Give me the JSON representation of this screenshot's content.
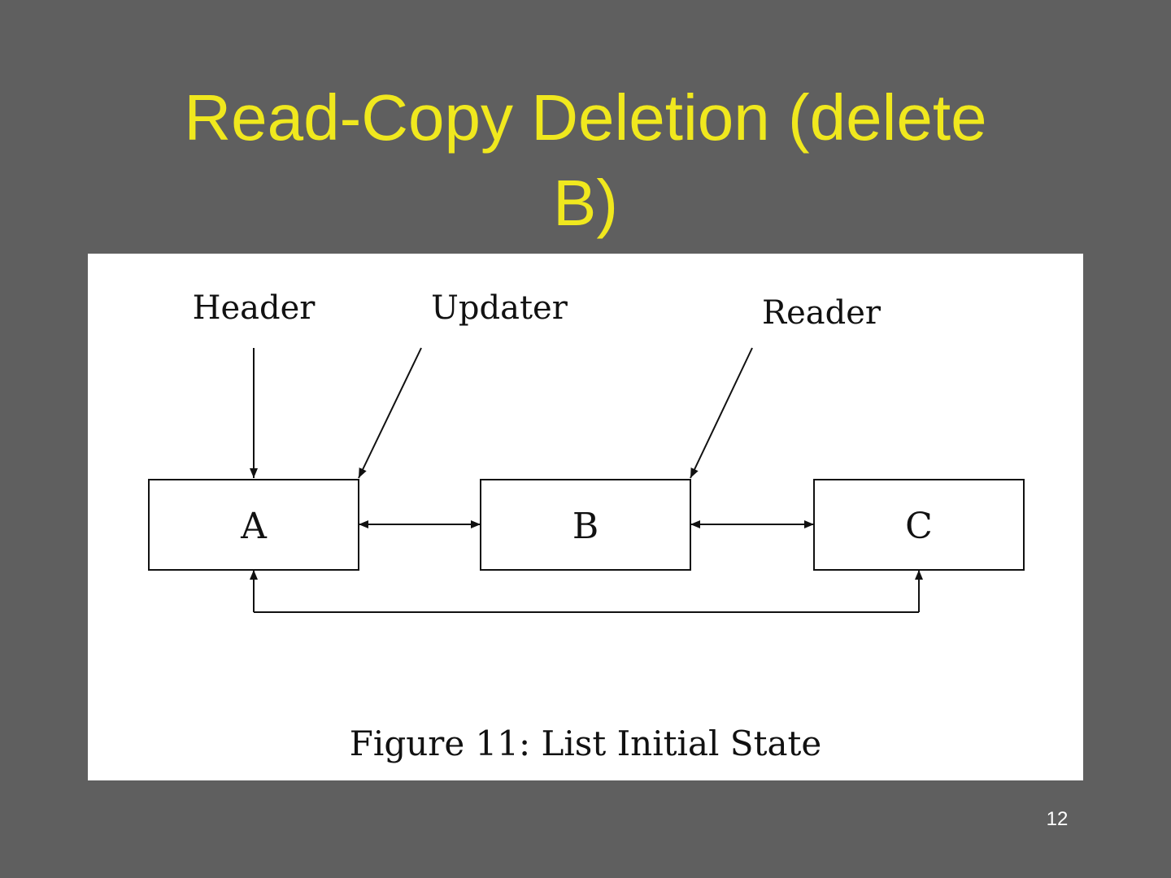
{
  "slide": {
    "title_line1": "Read-Copy Deletion  (delete",
    "title_line2": "B)",
    "page_number": "12",
    "colors": {
      "background": "#5f5f5f",
      "title": "#f0e81e",
      "panel": "#ffffff"
    }
  },
  "diagram": {
    "labels": {
      "header": "Header",
      "updater": "Updater",
      "reader": "Reader"
    },
    "nodes": {
      "a": "A",
      "b": "B",
      "c": "C"
    },
    "caption": "Figure 11: List Initial State"
  }
}
